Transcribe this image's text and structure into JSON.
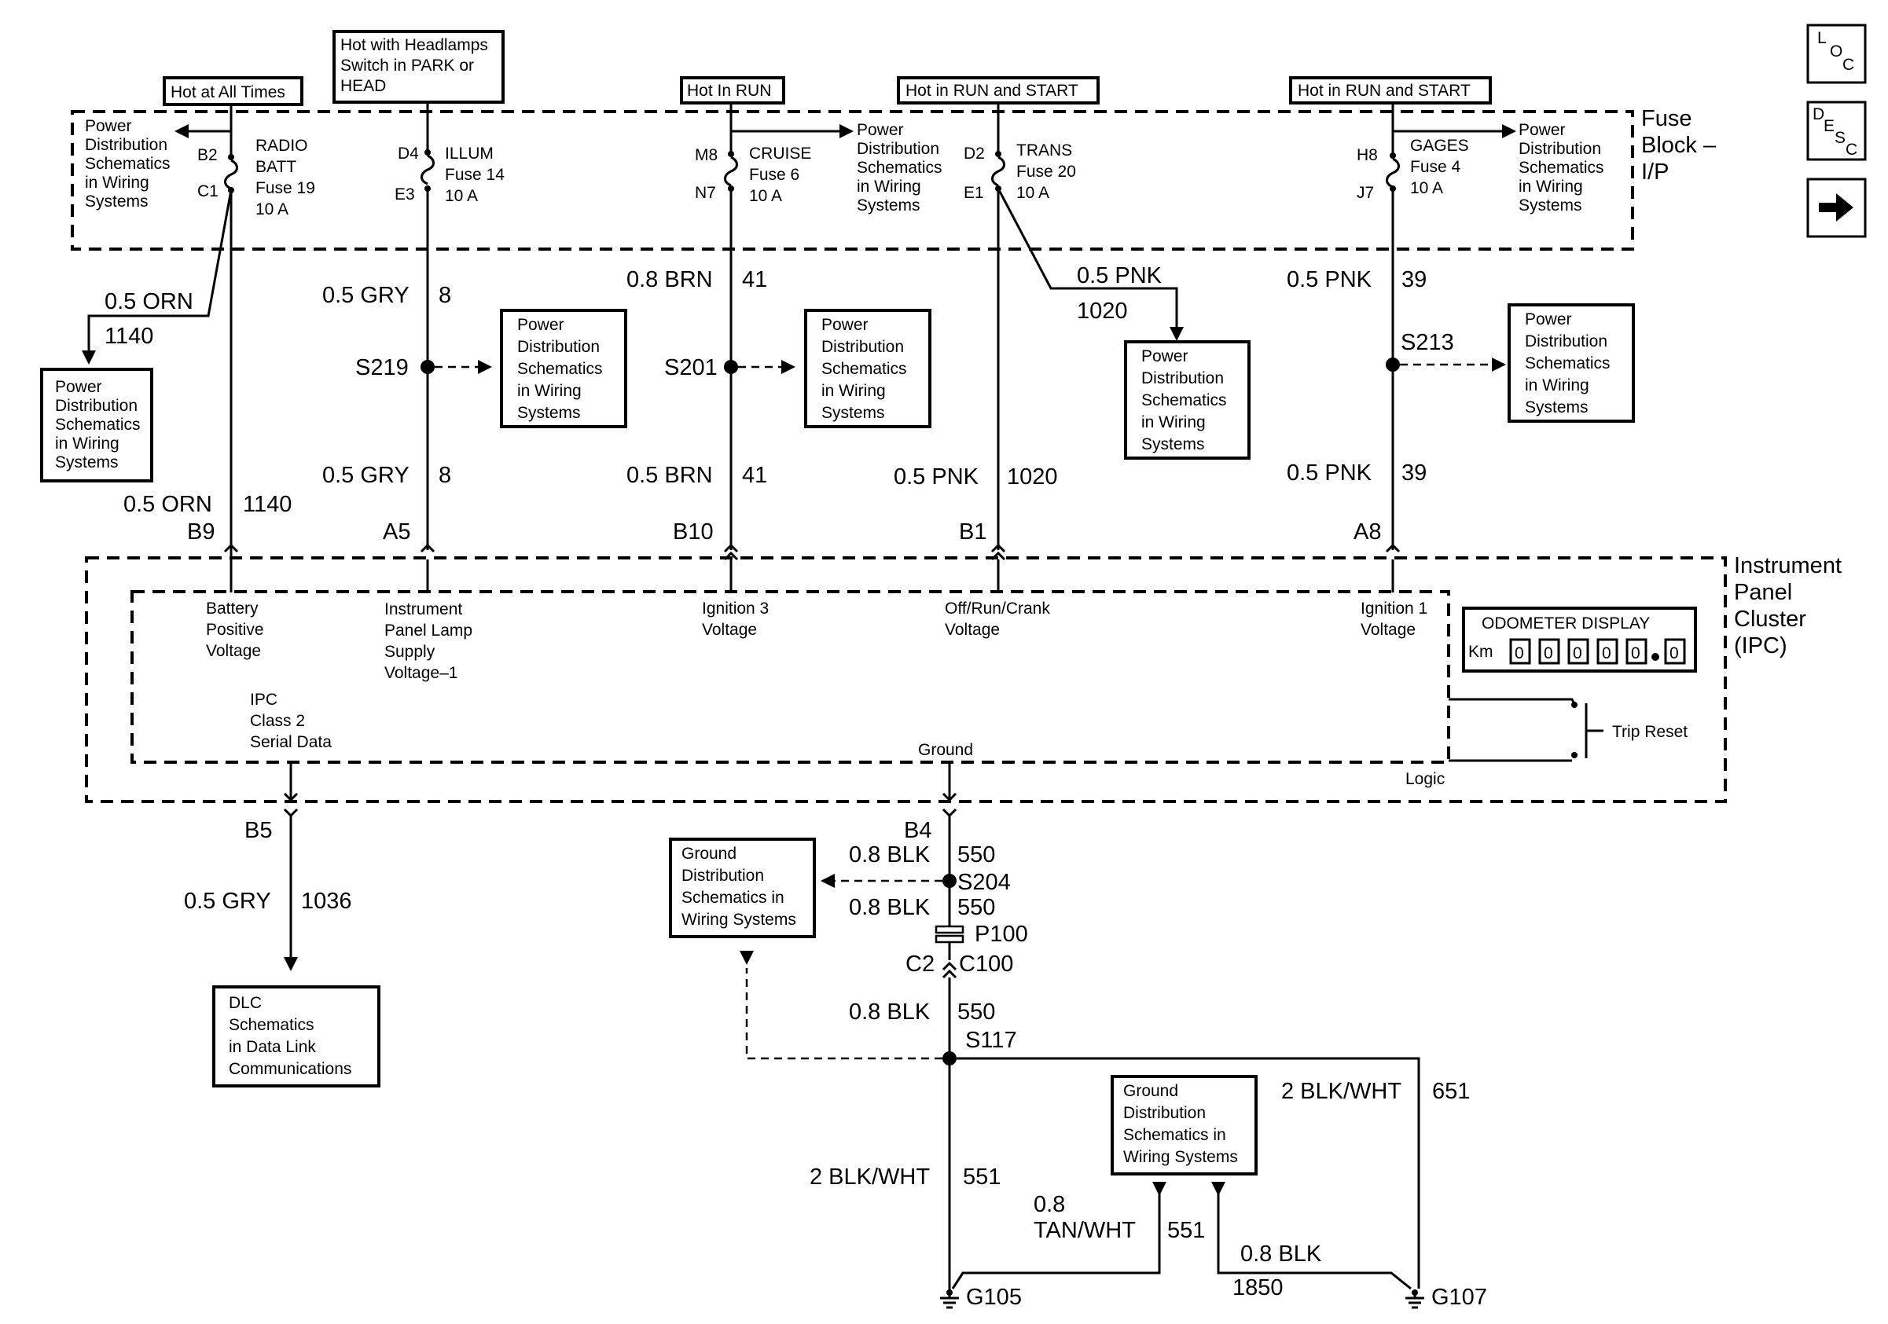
{
  "nav": {
    "loc": [
      "L",
      "O",
      "C"
    ],
    "desc": [
      "D",
      "E",
      "S",
      "C"
    ],
    "next_icon": "arrow-right-icon"
  },
  "fuse_block": {
    "title": [
      "Fuse",
      "Block –",
      "I/P"
    ]
  },
  "ipc": {
    "title": [
      "Instrument",
      "Panel",
      "Cluster",
      "(IPC)"
    ]
  },
  "hot_labels": {
    "all_times": "Hot at All Times",
    "headlamps": [
      "Hot with Headlamps",
      "Switch in PARK or",
      "HEAD"
    ],
    "run": "Hot In RUN",
    "run_start_1": "Hot in RUN and START",
    "run_start_2": "Hot in RUN and START"
  },
  "fuses": {
    "radio": {
      "pin_in": "B2",
      "pin_out": "C1",
      "lines": [
        "RADIO",
        "BATT",
        "Fuse 19",
        "10 A"
      ]
    },
    "illum": {
      "pin_in": "D4",
      "pin_out": "E3",
      "lines": [
        "ILLUM",
        "Fuse 14",
        "10 A"
      ]
    },
    "cruise": {
      "pin_in": "M8",
      "pin_out": "N7",
      "lines": [
        "CRUISE",
        "Fuse 6",
        "10 A"
      ]
    },
    "trans": {
      "pin_in": "D2",
      "pin_out": "E1",
      "lines": [
        "TRANS",
        "Fuse 20",
        "10 A"
      ]
    },
    "gages": {
      "pin_in": "H8",
      "pin_out": "J7",
      "lines": [
        "GAGES",
        "Fuse 4",
        "10 A"
      ]
    }
  },
  "ref_boxes": {
    "pd_radio_top": [
      "Power",
      "Distribution",
      "Schematics",
      "in Wiring",
      "Systems"
    ],
    "pd_cruise_top": [
      "Power",
      "Distribution",
      "Schematics",
      "in Wiring",
      "Systems"
    ],
    "pd_gages_top": [
      "Power",
      "Distribution",
      "Schematics",
      "in Wiring",
      "Systems"
    ],
    "pd_orn": [
      "Power",
      "Distribution",
      "Schematics",
      "in Wiring",
      "Systems"
    ],
    "pd_s219": [
      "Power",
      "Distribution",
      "Schematics",
      "in Wiring",
      "Systems"
    ],
    "pd_s201": [
      "Power",
      "Distribution",
      "Schematics",
      "in Wiring",
      "Systems"
    ],
    "pd_pnk": [
      "Power",
      "Distribution",
      "Schematics",
      "in Wiring",
      "Systems"
    ],
    "pd_s213": [
      "Power",
      "Distribution",
      "Schematics",
      "in Wiring",
      "Systems"
    ],
    "gd_s204": [
      "Ground",
      "Distribution",
      "Schematics in",
      "Wiring Systems"
    ],
    "gd_lower": [
      "Ground",
      "Distribution",
      "Schematics in",
      "Wiring Systems"
    ],
    "dlc": [
      "DLC",
      "Schematics",
      "in Data Link",
      "Communications"
    ]
  },
  "wires": {
    "orn_branch": {
      "gauge": "0.5 ORN",
      "circuit": "1140"
    },
    "orn_main": {
      "gauge": "0.5 ORN",
      "circuit": "1140"
    },
    "gry_top": {
      "gauge": "0.5 GRY",
      "circuit": "8"
    },
    "gry_bot": {
      "gauge": "0.5 GRY",
      "circuit": "8"
    },
    "brn_top": {
      "gauge": "0.8 BRN",
      "circuit": "41"
    },
    "brn_bot": {
      "gauge": "0.5 BRN",
      "circuit": "41"
    },
    "pnk_branch": {
      "gauge": "0.5 PNK",
      "circuit": "1020"
    },
    "pnk_main": {
      "gauge": "0.5 PNK",
      "circuit": "1020"
    },
    "pnk39_top": {
      "gauge": "0.5 PNK",
      "circuit": "39"
    },
    "pnk39_bot": {
      "gauge": "0.5 PNK",
      "circuit": "39"
    },
    "gry_dlc": {
      "gauge": "0.5 GRY",
      "circuit": "1036"
    },
    "blk_1": {
      "gauge": "0.8 BLK",
      "circuit": "550"
    },
    "blk_2": {
      "gauge": "0.8 BLK",
      "circuit": "550"
    },
    "blk_3": {
      "gauge": "0.8 BLK",
      "circuit": "550"
    },
    "blkwht_left": {
      "gauge": "2 BLK/WHT",
      "circuit": "551"
    },
    "blkwht_right": {
      "gauge": "2 BLK/WHT",
      "circuit": "651"
    },
    "tanwht": {
      "gauge": [
        "0.8",
        "TAN/WHT"
      ],
      "circuit": "551"
    },
    "blk_1850": {
      "gauge": "0.8 BLK",
      "circuit": "1850"
    }
  },
  "splices": {
    "s219": "S219",
    "s201": "S201",
    "s213": "S213",
    "s204": "S204",
    "s117": "S117"
  },
  "connectors": {
    "b9": "B9",
    "a5": "A5",
    "b10": "B10",
    "b1": "B1",
    "a8": "A8",
    "b5": "B5",
    "b4": "B4",
    "p100": "P100",
    "c2": "C2",
    "c100": "C100"
  },
  "grounds": {
    "g105": "G105",
    "g107": "G107"
  },
  "ipc_inputs": {
    "battery": [
      "Battery",
      "Positive",
      "Voltage"
    ],
    "lamp": [
      "Instrument",
      "Panel Lamp",
      "Supply",
      "Voltage–1"
    ],
    "ign3": [
      "Ignition 3",
      "Voltage"
    ],
    "offrun": [
      "Off/Run/Crank",
      "Voltage"
    ],
    "ign1": [
      "Ignition 1",
      "Voltage"
    ],
    "serial": [
      "IPC",
      "Class 2",
      "Serial Data"
    ],
    "ground": "Ground",
    "logic": "Logic",
    "trip_reset": "Trip Reset"
  },
  "odometer": {
    "title": "ODOMETER DISPLAY",
    "unit": "Km",
    "digits": [
      "0",
      "0",
      "0",
      "0",
      "0"
    ],
    "tenths": "0"
  }
}
